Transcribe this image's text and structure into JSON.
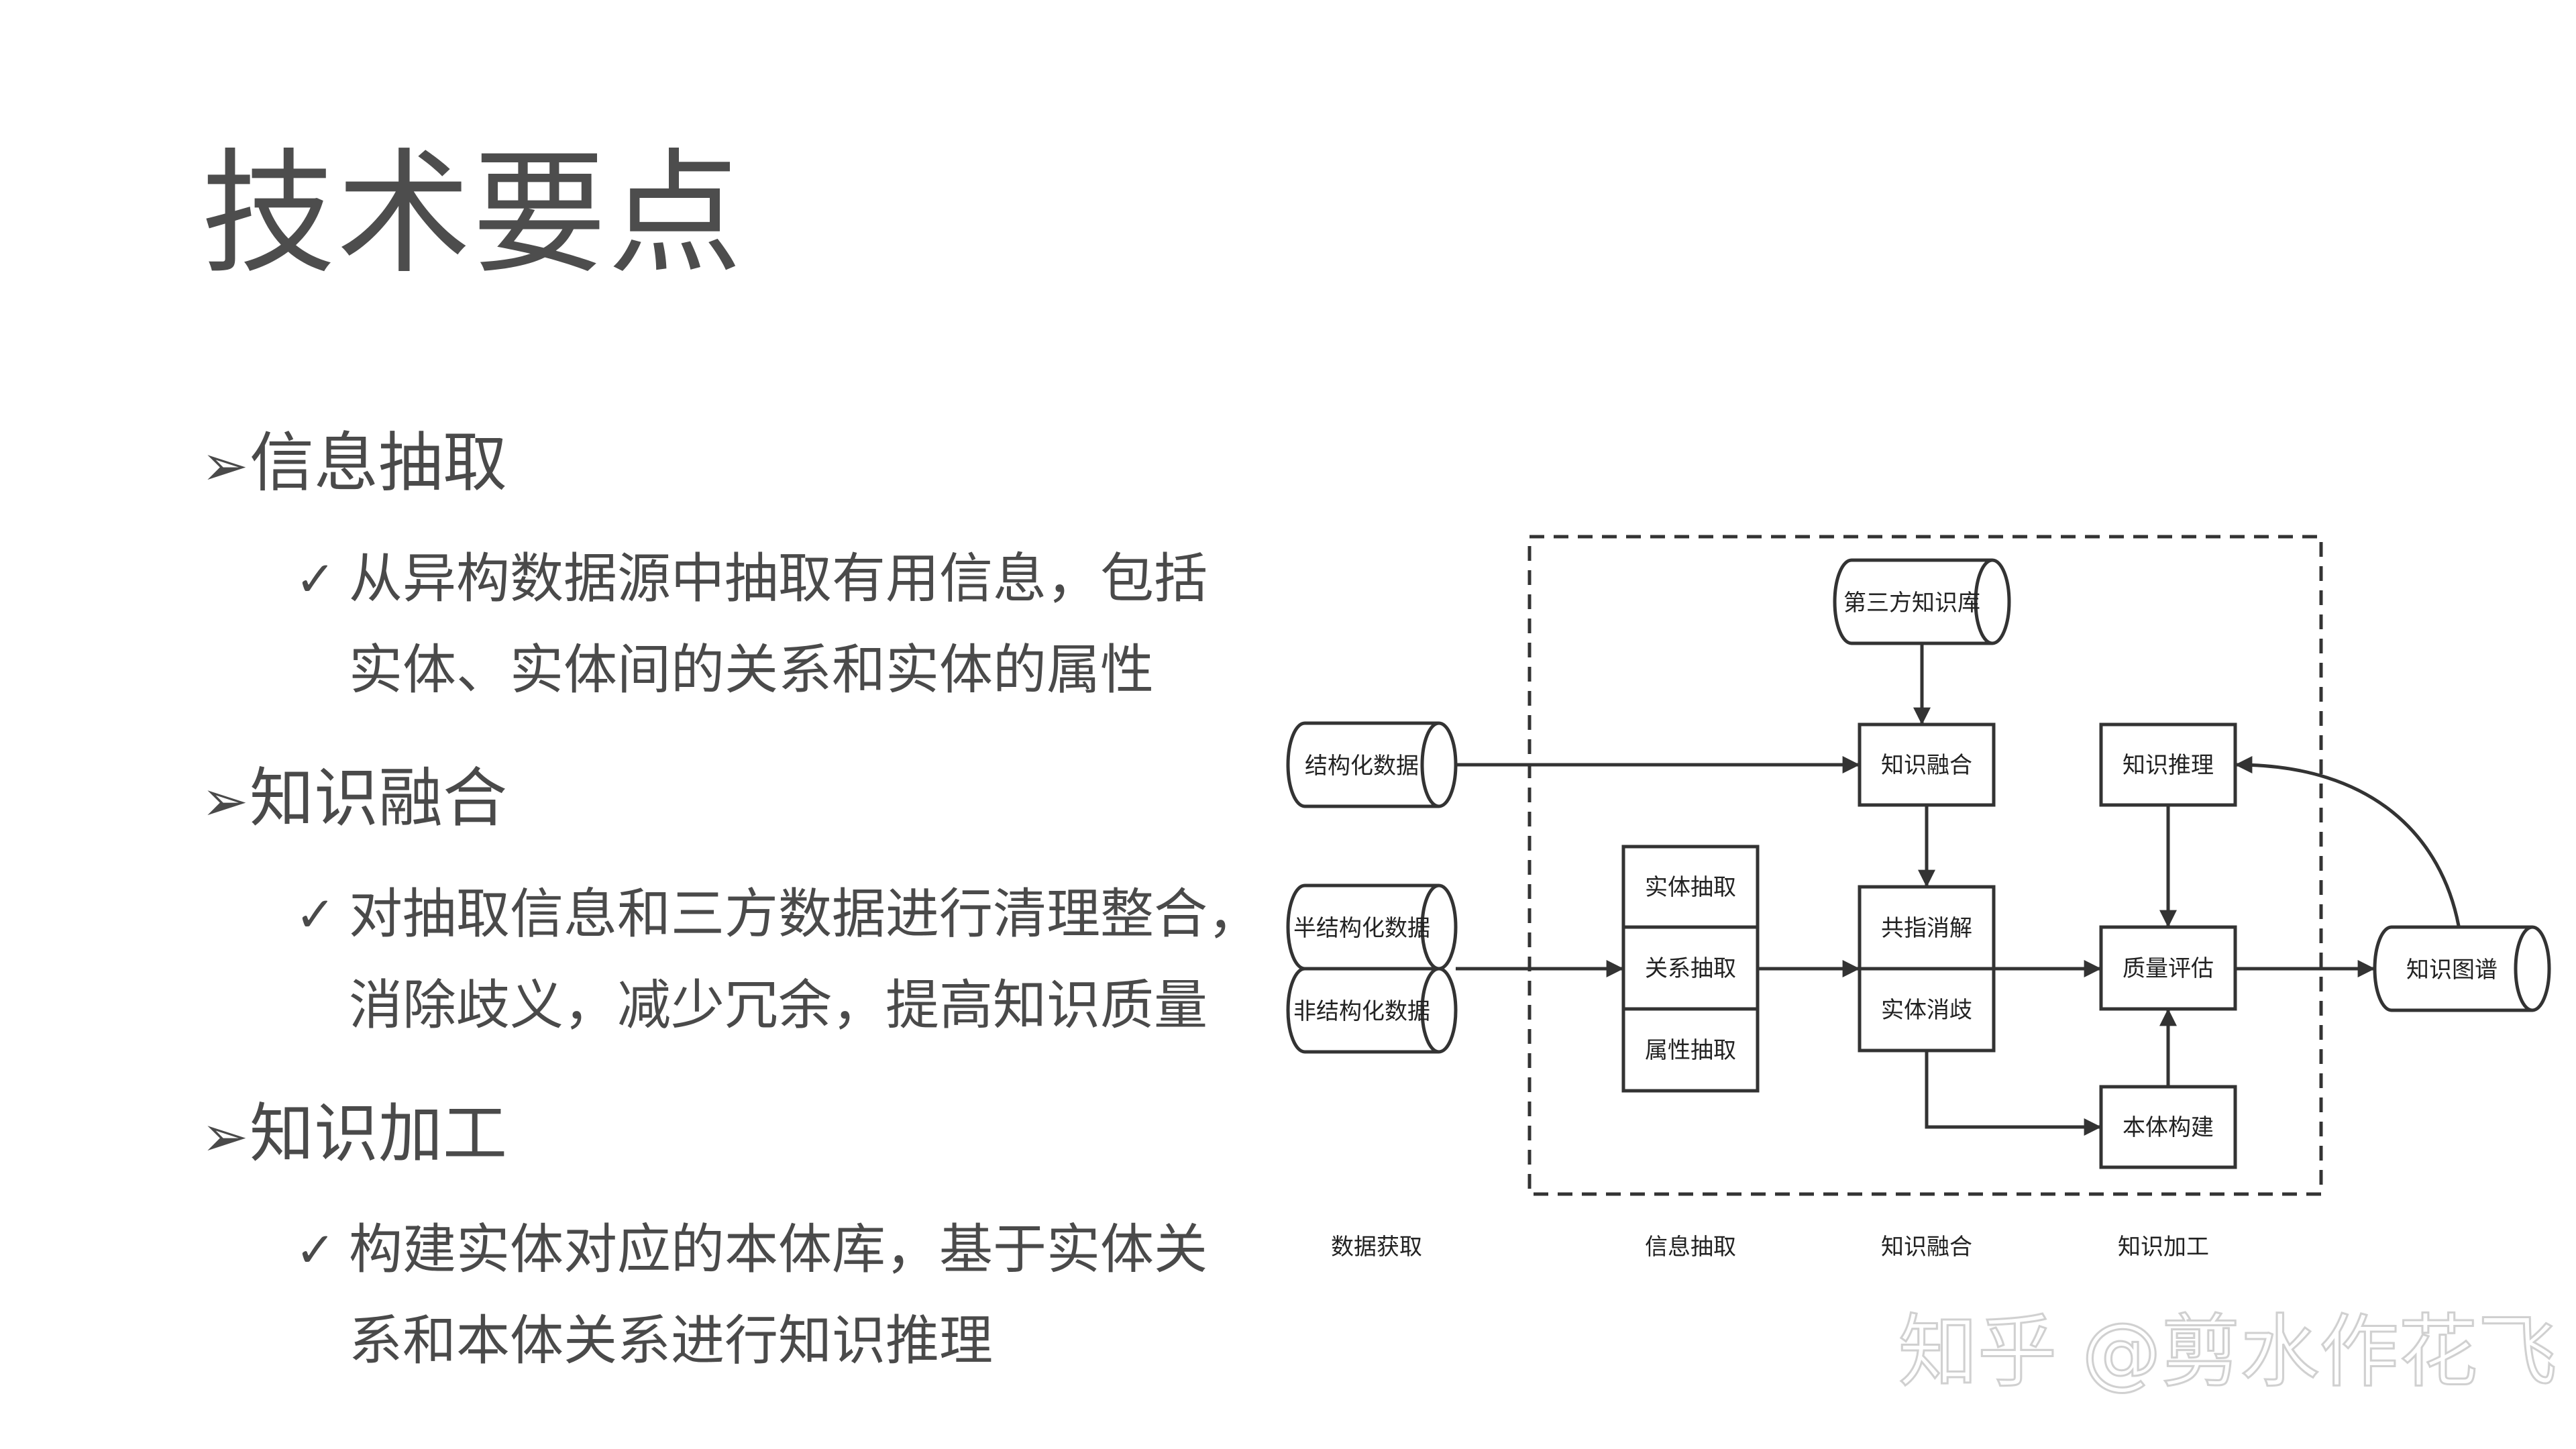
{
  "slide": {
    "title": "技术要点",
    "sections": [
      {
        "heading": "信息抽取",
        "lines": [
          "从异构数据源中抽取有用信息，包括",
          "实体、实体间的关系和实体的属性"
        ]
      },
      {
        "heading": "知识融合",
        "lines": [
          "对抽取信息和三方数据进行清理整合，",
          "消除歧义，减少冗余，提高知识质量"
        ]
      },
      {
        "heading": "知识加工",
        "lines": [
          "构建实体对应的本体库，基于实体关",
          "系和本体关系进行知识推理"
        ]
      }
    ],
    "heading_marker": "➢",
    "sub_marker": "✓"
  },
  "diagram": {
    "nodes": {
      "third_party_kb": "第三方知识库",
      "structured_data": "结构化数据",
      "semi_structured_data": "半结构化数据",
      "unstructured_data": "非结构化数据",
      "entity_extraction": "实体抽取",
      "relation_extraction": "关系抽取",
      "attribute_extraction": "属性抽取",
      "knowledge_fusion": "知识融合",
      "coreference_resolution": "共指消解",
      "entity_disambiguation": "实体消歧",
      "knowledge_reasoning": "知识推理",
      "quality_assessment": "质量评估",
      "ontology_construction": "本体构建",
      "knowledge_graph": "知识图谱"
    },
    "stages": [
      "数据获取",
      "信息抽取",
      "知识融合",
      "知识加工"
    ]
  },
  "watermark": "知乎 @剪水作花飞"
}
